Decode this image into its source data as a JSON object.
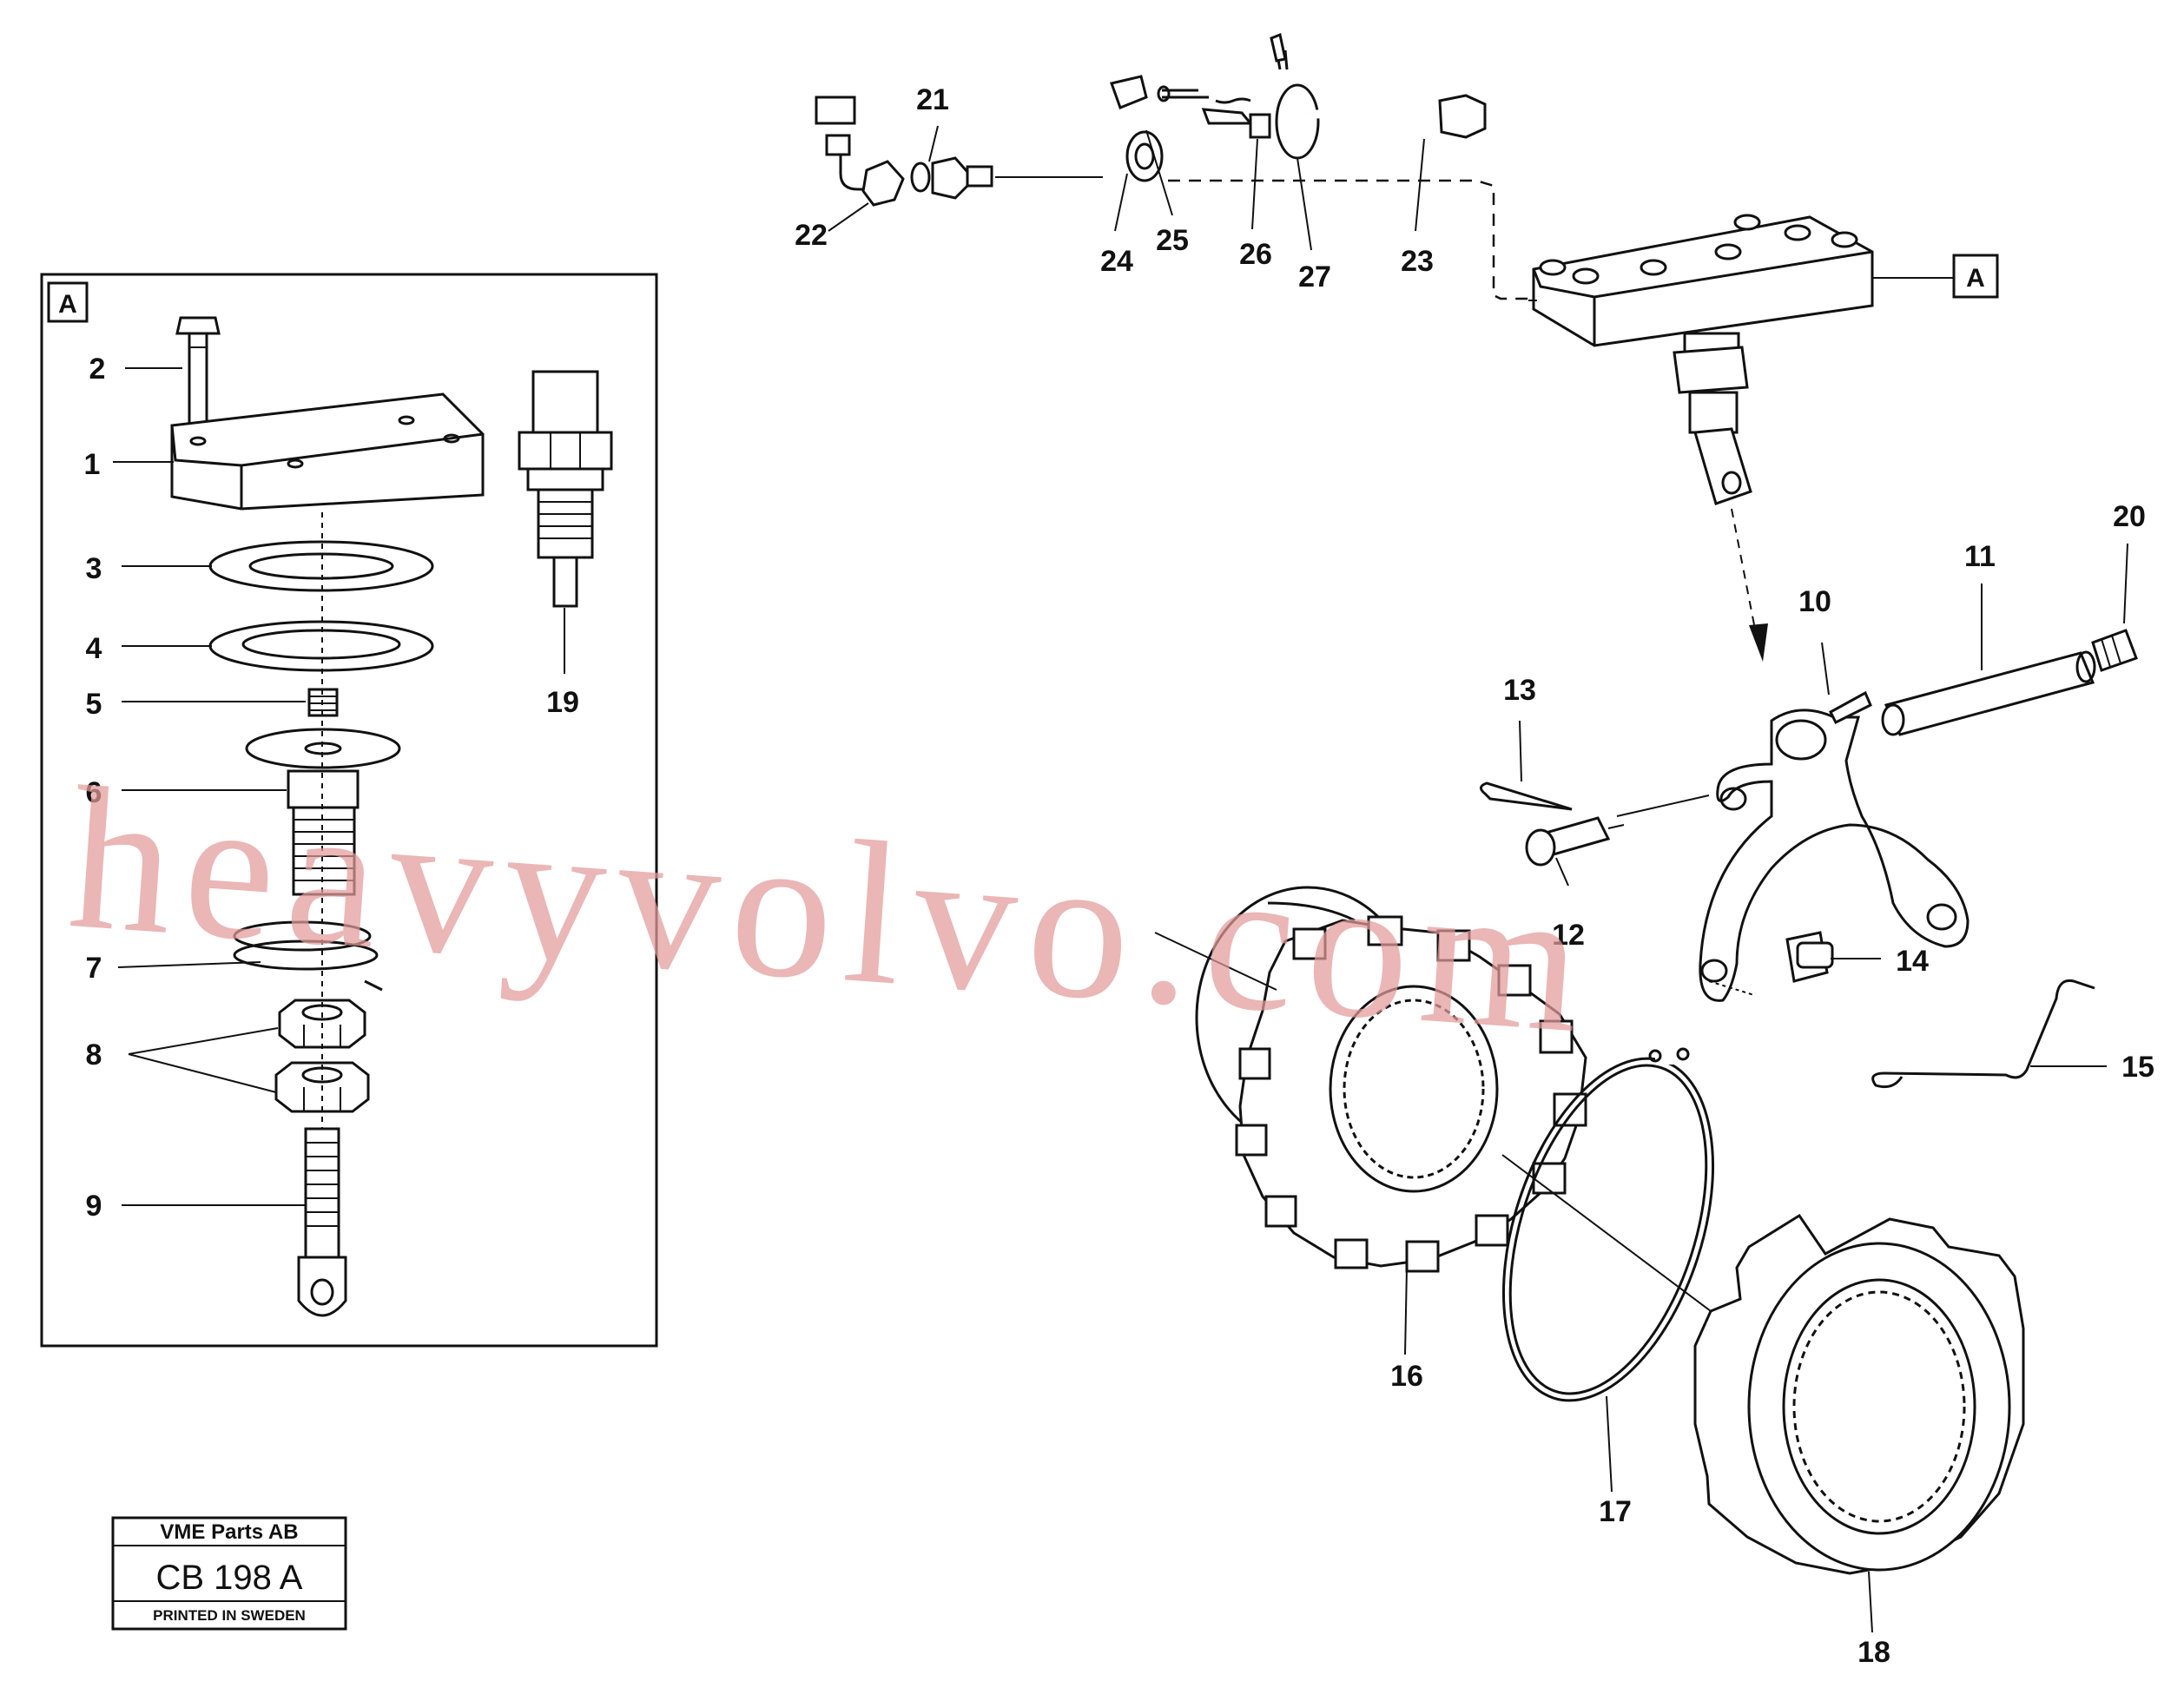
{
  "callouts": [
    {
      "id": "c1",
      "text": "1"
    },
    {
      "id": "c2",
      "text": "2"
    },
    {
      "id": "c3",
      "text": "3"
    },
    {
      "id": "c4",
      "text": "4"
    },
    {
      "id": "c5",
      "text": "5"
    },
    {
      "id": "c6",
      "text": "6"
    },
    {
      "id": "c7",
      "text": "7"
    },
    {
      "id": "c8",
      "text": "8"
    },
    {
      "id": "c9",
      "text": "9"
    },
    {
      "id": "c10",
      "text": "10"
    },
    {
      "id": "c11",
      "text": "11"
    },
    {
      "id": "c12",
      "text": "12"
    },
    {
      "id": "c13",
      "text": "13"
    },
    {
      "id": "c14",
      "text": "14"
    },
    {
      "id": "c15",
      "text": "15"
    },
    {
      "id": "c16",
      "text": "16"
    },
    {
      "id": "c17",
      "text": "17"
    },
    {
      "id": "c18",
      "text": "18"
    },
    {
      "id": "c19",
      "text": "19"
    },
    {
      "id": "c20",
      "text": "20"
    },
    {
      "id": "c21",
      "text": "21"
    },
    {
      "id": "c22",
      "text": "22"
    },
    {
      "id": "c23",
      "text": "23"
    },
    {
      "id": "c24",
      "text": "24"
    },
    {
      "id": "c25",
      "text": "25"
    },
    {
      "id": "c26",
      "text": "26"
    },
    {
      "id": "c27",
      "text": "27"
    }
  ],
  "detail_marker": "A",
  "stamp": {
    "company": "VME Parts AB",
    "code": "CB 198 A",
    "printed": "PRINTED IN SWEDEN"
  },
  "watermark": "heavyvolvo.com"
}
